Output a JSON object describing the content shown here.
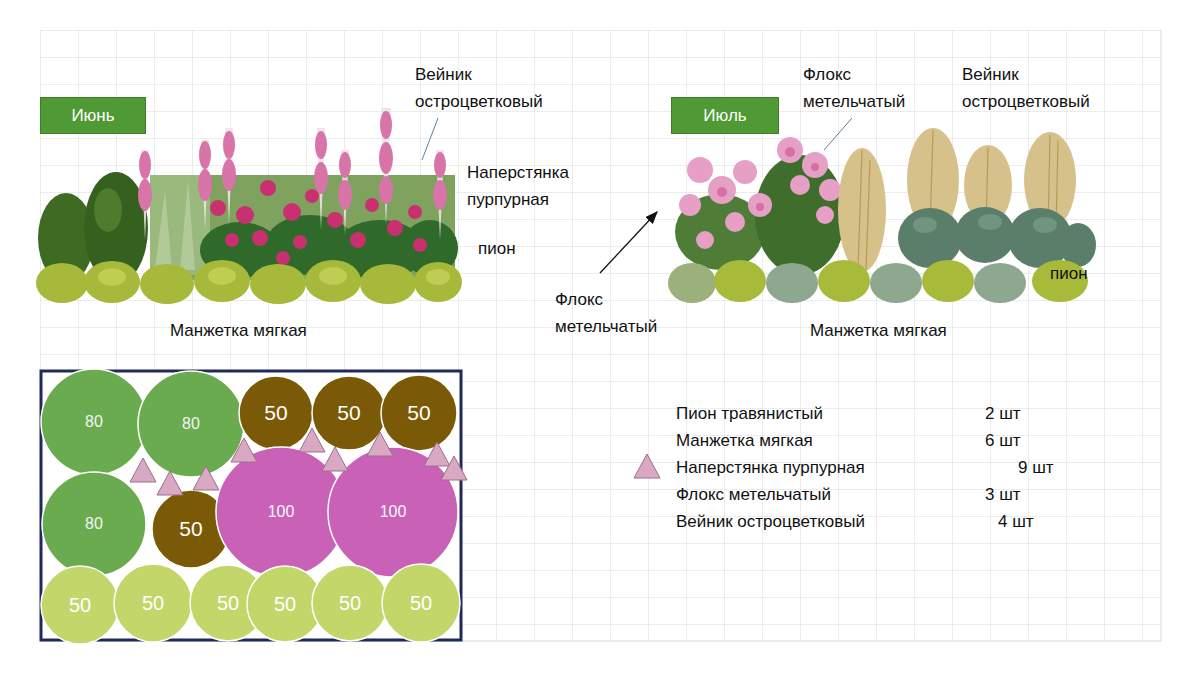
{
  "diagram": {
    "nodes": [
      {
        "text": [
          "Июнь"
        ]
      },
      {
        "text": [
          "Июль"
        ]
      },
      {
        "text": [
          "80"
        ]
      },
      {
        "text": [
          "80"
        ]
      },
      {
        "text": [
          "50"
        ]
      },
      {
        "text": [
          "50"
        ]
      },
      {
        "text": [
          "50"
        ]
      },
      {
        "text": [
          "80"
        ]
      },
      {
        "text": [
          "50"
        ]
      },
      {
        "text": [
          "100"
        ]
      },
      {
        "text": [
          "100"
        ]
      },
      {
        "text": [
          "50"
        ]
      },
      {
        "text": [
          "50"
        ]
      },
      {
        "text": [
          "50"
        ]
      },
      {
        "text": [
          "50"
        ]
      },
      {
        "text": [
          "50"
        ]
      },
      {
        "text": [
          "50"
        ]
      }
    ],
    "labels": [
      "Вейник остроцветковый",
      "Флокс метельчатый",
      "Вейник остроцветковый",
      "Наперстянка пурпурная",
      "пион",
      "пион",
      "Флокс метельчатый",
      "Манжетка мягкая",
      "Манжетка мягкая",
      "Пион травянистый",
      "2 шт",
      "Манжетка мягкая",
      "6 шт",
      "9 шт",
      "Флокс метельчатый",
      "3 шт",
      "Вейник остроцветковый",
      "4 шт"
    ],
    "legend": [
      {
        "text": "Наперстянка пурпурная"
      }
    ]
  }
}
